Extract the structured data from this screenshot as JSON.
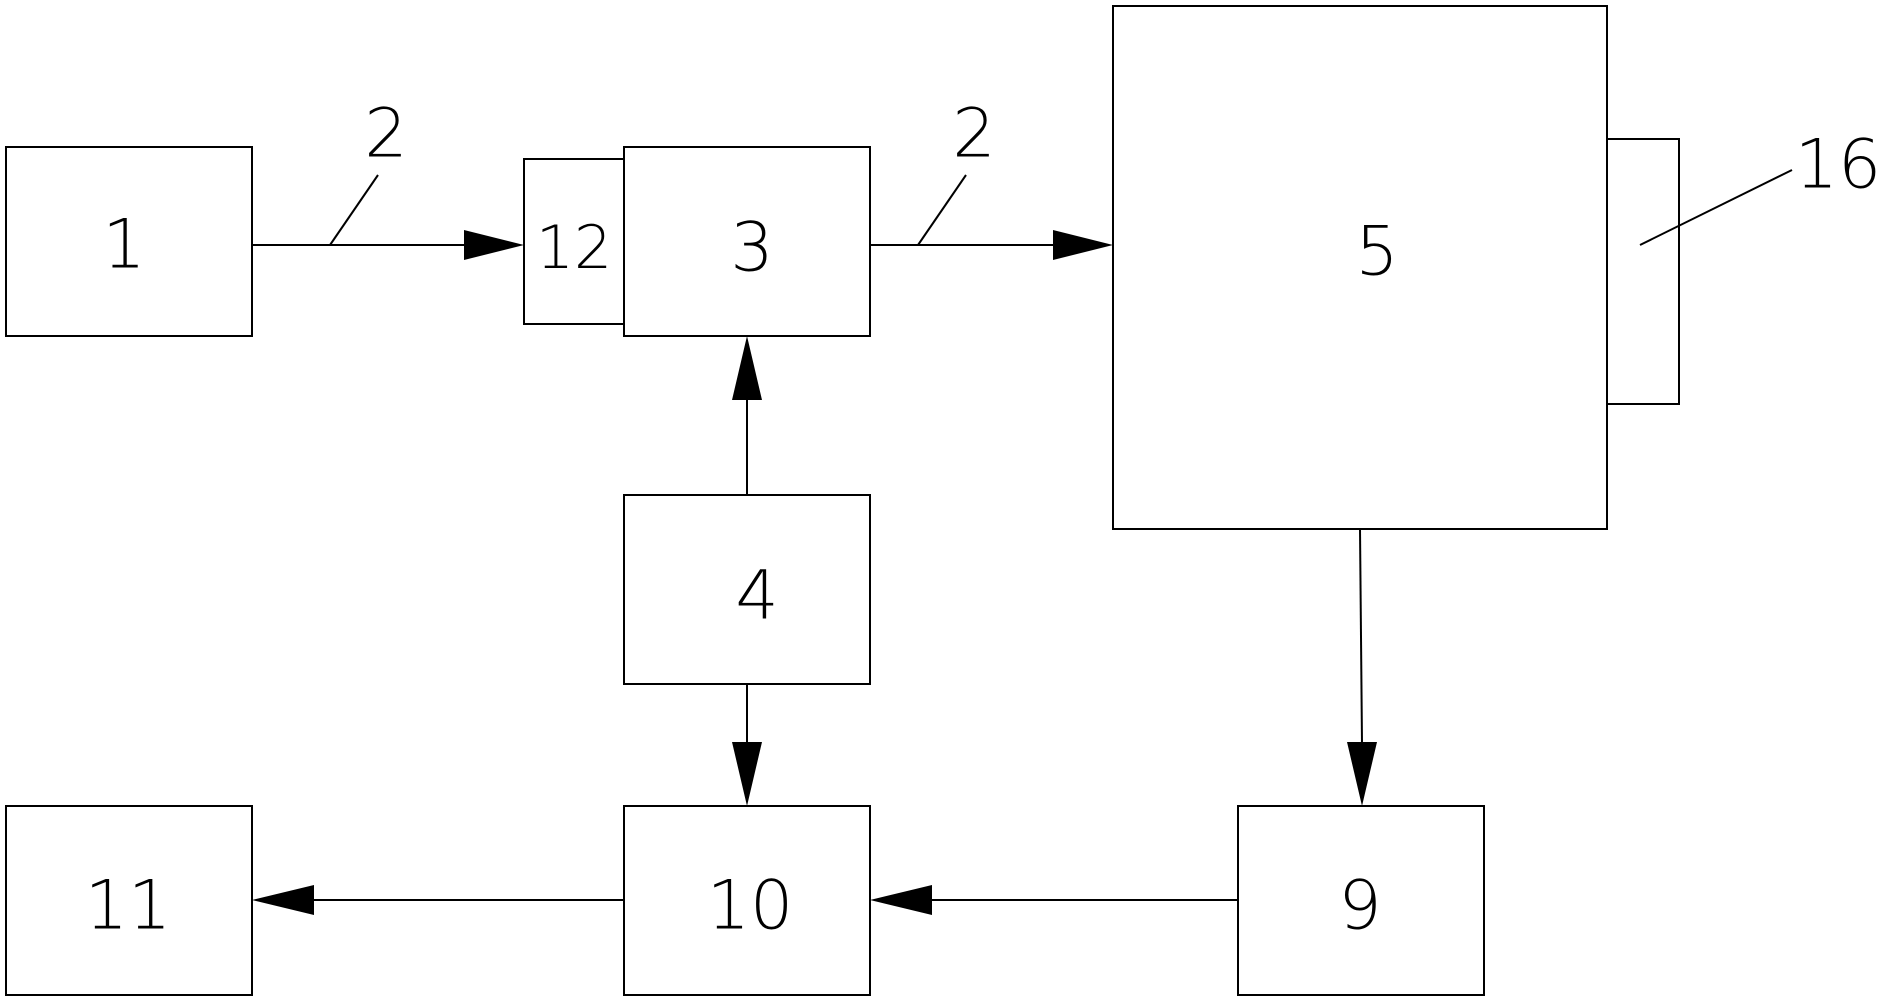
{
  "diagram": {
    "blocks": {
      "b1": "1",
      "b3": "3",
      "b4": "4",
      "b5": "5",
      "b9": "9",
      "b10": "10",
      "b11": "11",
      "b12": "12",
      "b16": "16"
    },
    "leaders": {
      "conduit_left": "2",
      "conduit_right": "2"
    },
    "colors": {
      "stroke": "#000000",
      "background": "#ffffff"
    }
  }
}
